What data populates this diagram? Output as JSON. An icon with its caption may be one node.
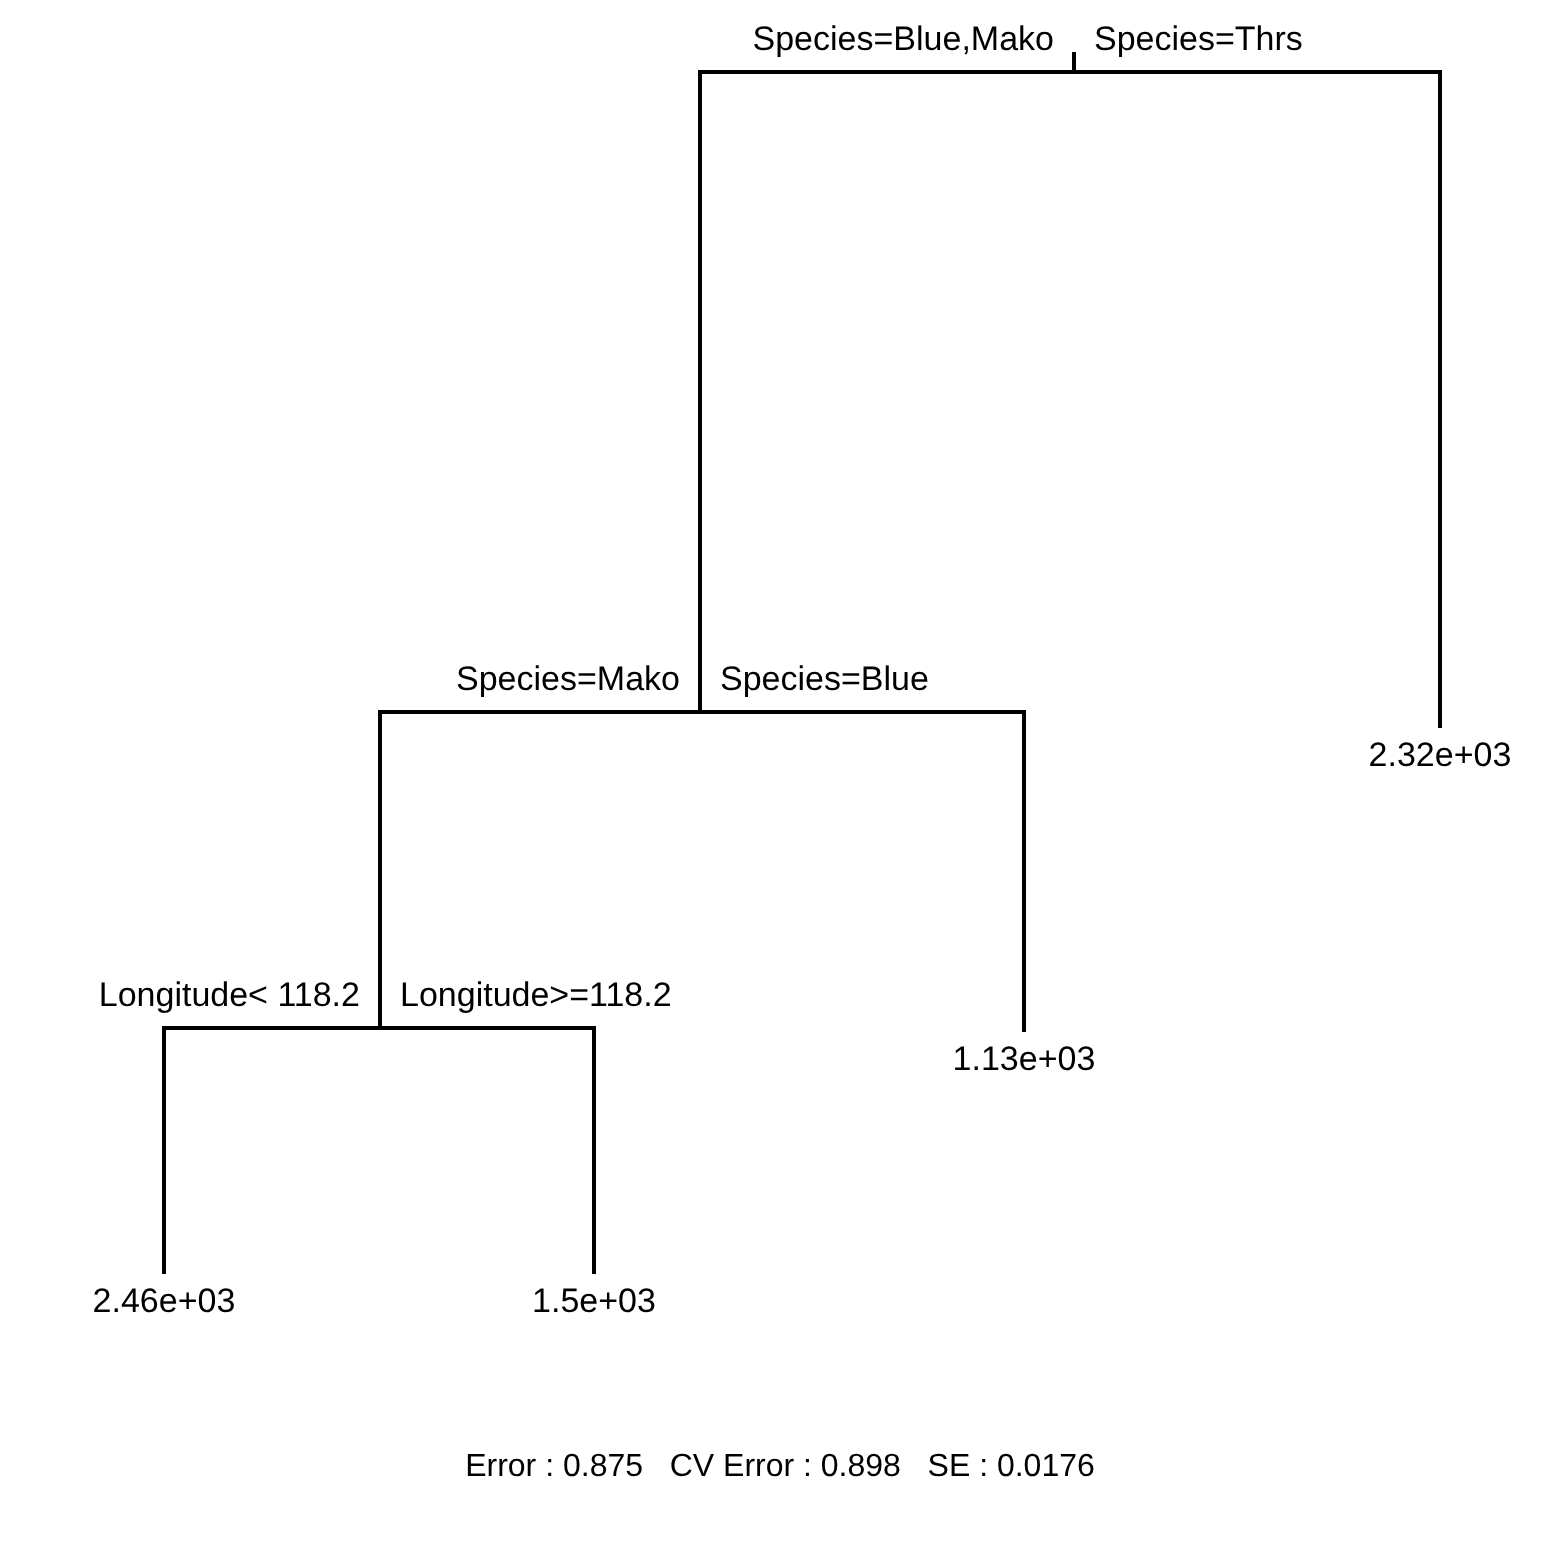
{
  "diagram": {
    "nodes": [
      {
        "text": [],
        "shape": "bar"
      },
      {
        "text": [],
        "shape": "bar"
      },
      {
        "text": [
          "2.32e+03"
        ]
      },
      {
        "text": [],
        "shape": "bar"
      },
      {
        "text": [
          "1.13e+03"
        ]
      },
      {
        "text": [
          "2.46e+03"
        ]
      },
      {
        "text": [
          "1.5e+03"
        ]
      }
    ],
    "edges": [
      {
        "from": 0,
        "to": 1,
        "arrow": "none",
        "label": "Species=Blue,Mako"
      },
      {
        "from": 0,
        "to": 2,
        "arrow": "none",
        "label": "Species=Thrs"
      },
      {
        "from": 1,
        "to": 3,
        "arrow": "none",
        "label": "Species=Mako"
      },
      {
        "from": 1,
        "to": 4,
        "arrow": "none",
        "label": "Species=Blue"
      },
      {
        "from": 3,
        "to": 5,
        "arrow": "none",
        "label": "Longitude< 118.2"
      },
      {
        "from": 3,
        "to": 6,
        "arrow": "none",
        "label": "Longitude>=118.2"
      }
    ],
    "labels": [
      "Error : 0.875   CV Error : 0.898   SE : 0.0176"
    ]
  }
}
